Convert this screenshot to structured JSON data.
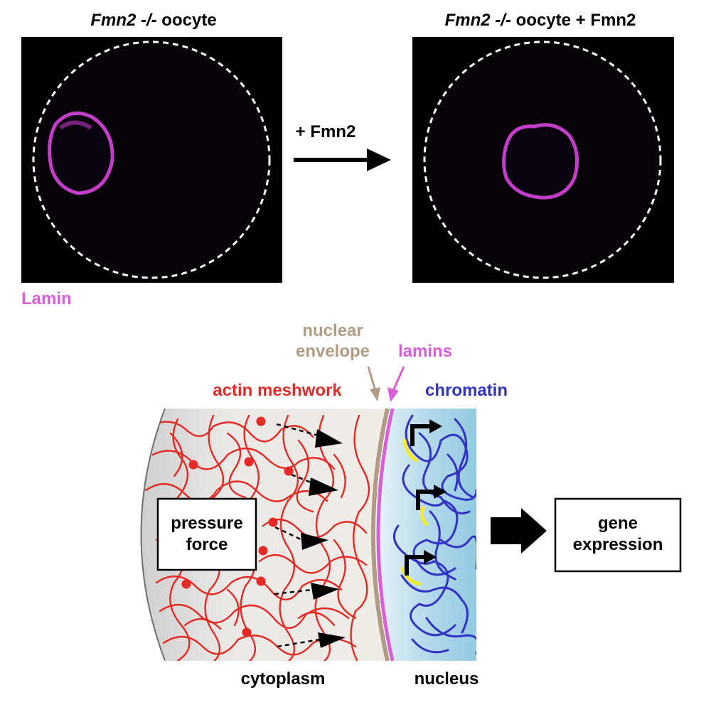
{
  "panels": {
    "left": {
      "title_italic": "Fmn2 -/-",
      "title_rest": " oocyte",
      "stain_label": "Lamin"
    },
    "right": {
      "title_italic": "Fmn2 -/-",
      "title_rest": " oocyte + Fmn2"
    },
    "arrow_label": "+ Fmn2"
  },
  "diagram": {
    "nuclear_envelope": [
      "nuclear",
      "envelope"
    ],
    "lamins": "lamins",
    "actin": "actin meshwork",
    "chromatin": "chromatin",
    "pressure_force": [
      "pressure",
      "force"
    ],
    "gene_expression": [
      "gene",
      "expression"
    ],
    "cytoplasm": "cytoplasm",
    "nucleus": "nucleus"
  },
  "colors": {
    "lamin_magenta": "#d95fd9",
    "actin_red": "#e52a25",
    "envelope_tan": "#b09c84",
    "chromatin_blue": "#3232c4",
    "nucleus_fill": "#9fd0e6",
    "promoter_yellow": "#f2ea2a"
  }
}
